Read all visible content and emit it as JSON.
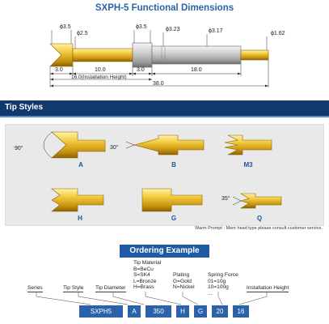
{
  "title": "SXPH-5 Functional Dimensions",
  "dims": {
    "d1": "ϕ3.5",
    "d2": "ϕ2.5",
    "d3": "ϕ3.5",
    "d4": "ϕ3.23",
    "d5": "ϕ3.17",
    "d6": "ϕ1.62",
    "l1": "3.0",
    "l2": "10.0",
    "l3": "3.0",
    "l4": "18.0",
    "install": "16.0(Installation Height)",
    "total": "38.0"
  },
  "tip_styles": {
    "heading": "Tip Styles",
    "angles": {
      "a": "90°",
      "b": "30°",
      "q": "35°"
    },
    "labels": [
      "A",
      "B",
      "M3",
      "H",
      "G",
      "Q"
    ],
    "warm_prompt": "Warm Prompt : More head type please consult customer service."
  },
  "ordering": {
    "heading": "Ordering Example",
    "tip_material": [
      "Tip Material",
      "B=BeCu",
      "S=SK4",
      "L=Bronze",
      "H=Brass"
    ],
    "plating": [
      "Plating",
      "G=Gold",
      "N=Nickel"
    ],
    "spring_force": [
      "Spring Force",
      "01=10g",
      "10=100g",
      "..."
    ],
    "labels": {
      "series": "Series",
      "tip_style": "Tip Style",
      "tip_diameter": "Tip Diameter",
      "installation_height": "Installation Height"
    },
    "codes": [
      "SXPH5",
      "A",
      "350",
      "H",
      "G",
      "20",
      "16"
    ]
  },
  "colors": {
    "accent": "#2a63a8",
    "bar": "#11396b",
    "gold": "#e2b123",
    "steel": "#b8b8b8"
  }
}
